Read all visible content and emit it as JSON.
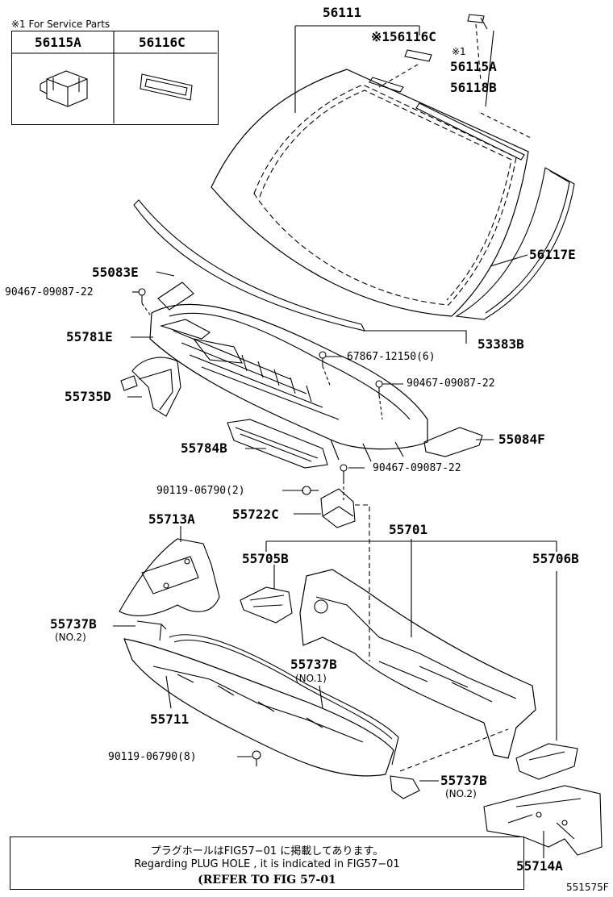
{
  "service_parts": {
    "header": "※1 For Service Parts",
    "col1": "56115A",
    "col2": "56116C"
  },
  "labels": {
    "p56111": "56111",
    "p56116c": "※156116C",
    "p_mark1": "※1",
    "p56115a": "56115A",
    "p56118b": "56118B",
    "p56117e": "56117E",
    "p55083e": "55083E",
    "p90467_a": "90467-09087-22",
    "p55781e": "55781E",
    "p53383b": "53383B",
    "p67867": "67867-12150(6)",
    "p90467_b": "90467-09087-22",
    "p55735d": "55735D",
    "p55784b": "55784B",
    "p55084f": "55084F",
    "p90467_c": "90467-09087-22",
    "p90119_a": "90119-06790(2)",
    "p55722c": "55722C",
    "p55713a": "55713A",
    "p55701": "55701",
    "p55705b": "55705B",
    "p55706b": "55706B",
    "p55737b_a": "55737B",
    "p55737b_a_no": "(NO.2)",
    "p55737b_b": "55737B",
    "p55737b_b_no": "(NO.1)",
    "p55711": "55711",
    "p90119_b": "90119-06790(8)",
    "p55737b_c": "55737B",
    "p55737b_c_no": "(NO.2)",
    "p55714a": "55714A",
    "fig_code": "551575F"
  },
  "note": {
    "line1": "プラグホールはFIG57−01 に掲載してあります。",
    "line2": "Regarding PLUG HOLE , it is indicated in FIG57−01",
    "line3": "(REFER TO FIG 57-01"
  }
}
